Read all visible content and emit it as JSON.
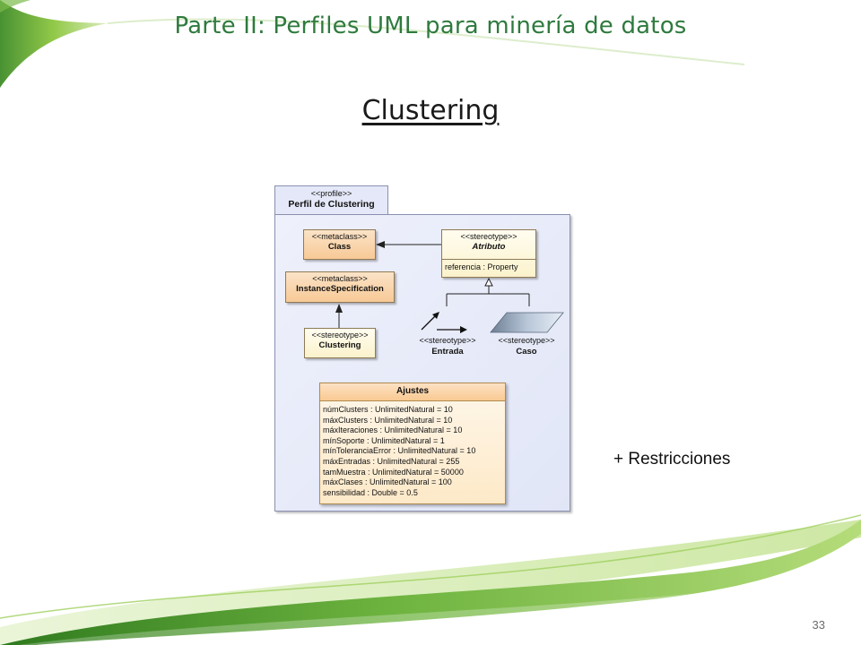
{
  "slide": {
    "title": "Parte II: Perfiles UML para minería de datos",
    "subtitle": "Clustering",
    "note": "+ Restricciones",
    "page_number": "33"
  },
  "package": {
    "stereotype": "<<profile>>",
    "name": "Perfil de Clustering"
  },
  "elements": {
    "class_meta": {
      "stereotype": "<<metaclass>>",
      "name": "Class"
    },
    "instance_meta": {
      "stereotype": "<<metaclass>>",
      "name": "InstanceSpecification"
    },
    "atributo": {
      "stereotype": "<<stereotype>>",
      "name": "Atributo",
      "attribute": "referencia : Property"
    },
    "clustering": {
      "stereotype": "<<stereotype>>",
      "name": "Clustering"
    },
    "entrada": {
      "stereotype": "<<stereotype>>",
      "name": "Entrada"
    },
    "caso": {
      "stereotype": "<<stereotype>>",
      "name": "Caso"
    },
    "ajustes": {
      "name": "Ajustes",
      "attributes": [
        "númClusters : UnlimitedNatural = 10",
        "máxClusters : UnlimitedNatural = 10",
        "máxIteraciones : UnlimitedNatural = 10",
        "mínSoporte : UnlimitedNatural = 1",
        "mínToleranciaError : UnlimitedNatural = 10",
        "máxEntradas : UnlimitedNatural = 255",
        "tamMuestra : UnlimitedNatural = 50000",
        "máxClases : UnlimitedNatural = 100",
        "sensibilidad : Double = 0.5"
      ]
    }
  },
  "colors": {
    "title": "#2f7a3e",
    "swoosh_dark": "#4e9a2c",
    "swoosh_light": "#a9d36b",
    "package_fill": "#e4e8f8",
    "metaclass_fill": "#f7c996",
    "stereotype_fill": "#fbf2cc"
  }
}
